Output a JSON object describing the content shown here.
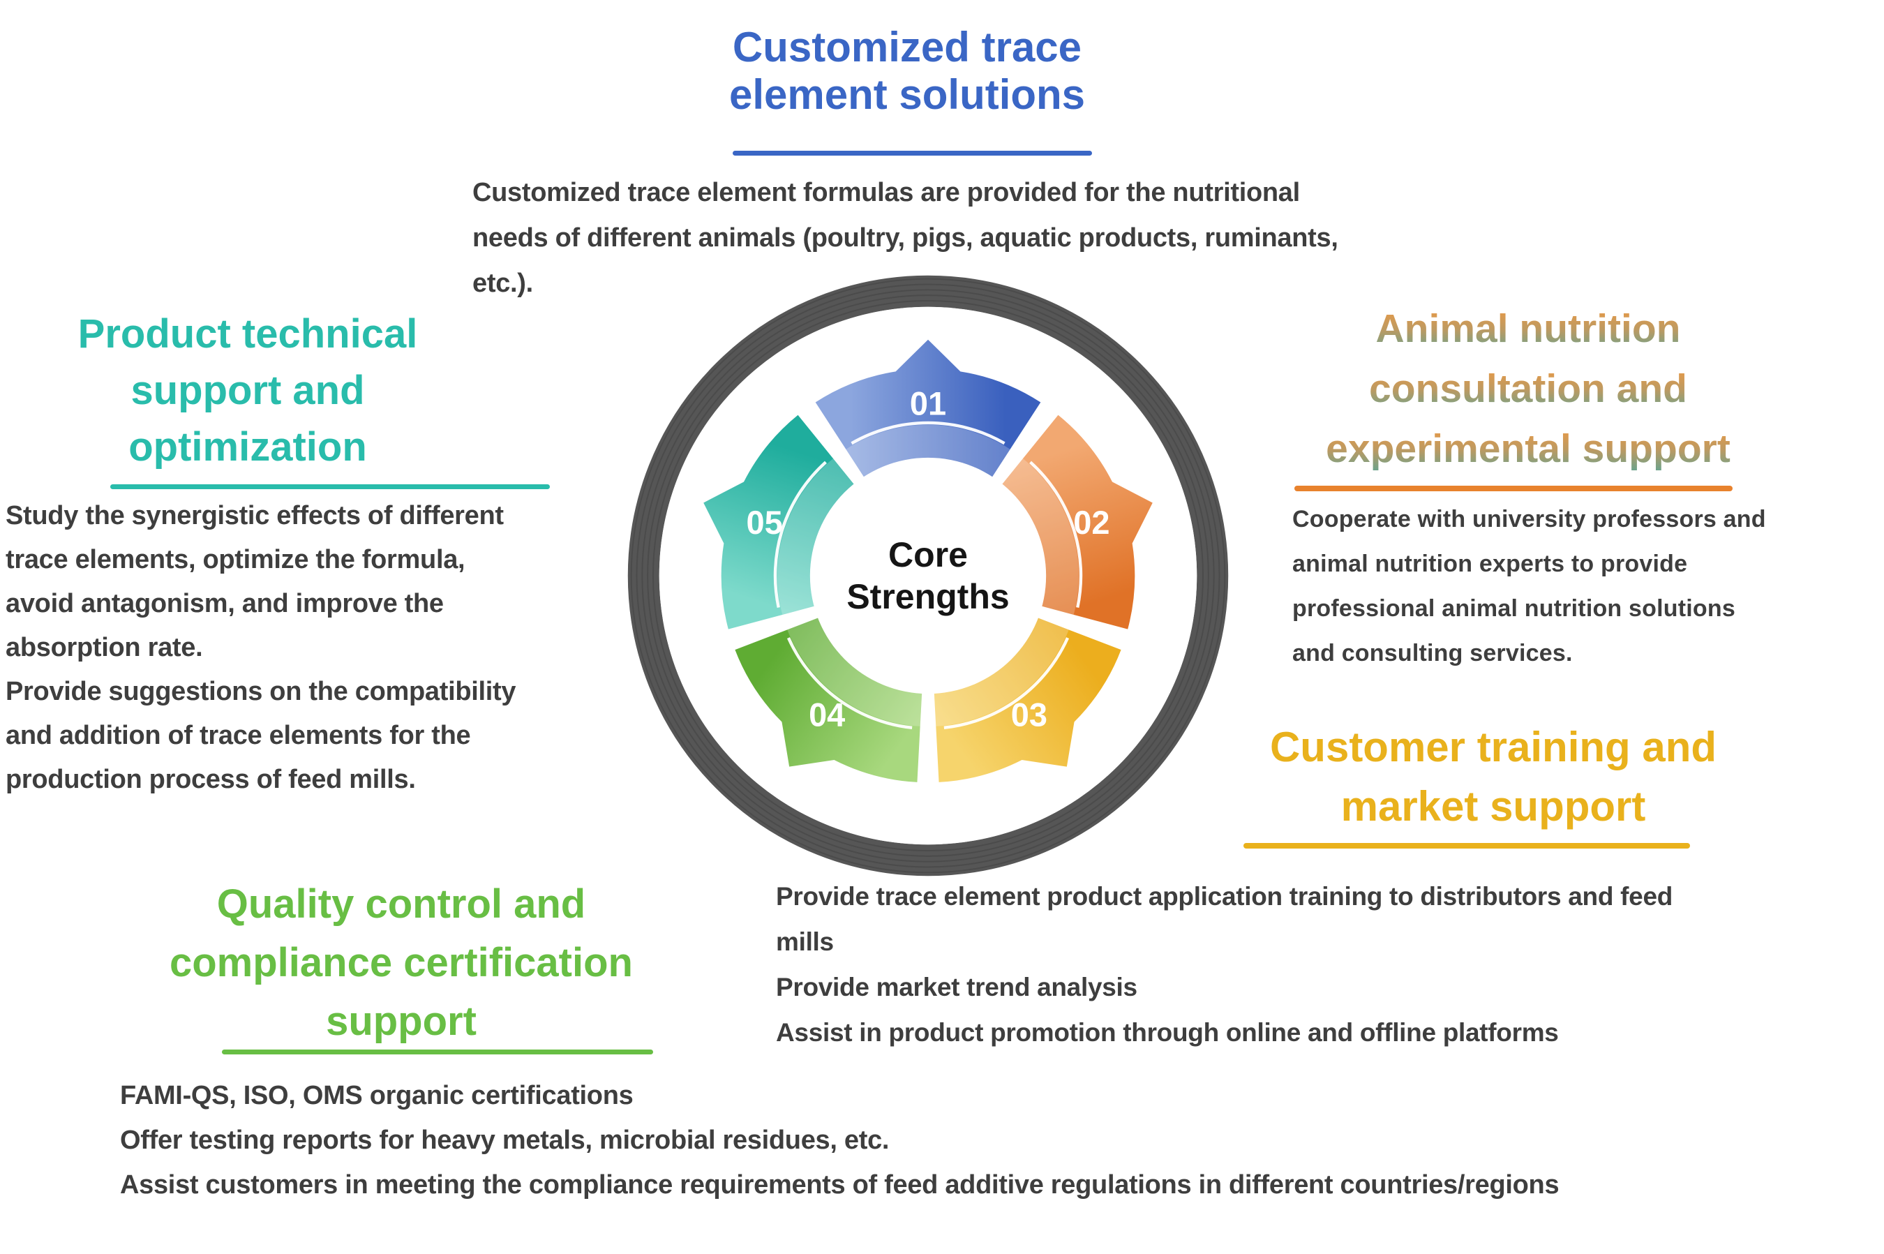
{
  "top": {
    "title_lines": [
      "Customized trace",
      "element solutions"
    ],
    "body_lines": [
      "Customized trace element formulas are provided for the nutritional",
      "needs of different animals (poultry, pigs, aquatic products, ruminants,",
      "etc.)."
    ]
  },
  "left": {
    "title_lines": [
      "Product technical",
      "support and",
      "optimization"
    ],
    "body_lines": [
      "Study the synergistic effects of different",
      "trace elements, optimize the formula,",
      "avoid antagonism, and improve the",
      "absorption rate.",
      "Provide suggestions on the compatibility",
      "and addition of trace elements for the",
      "production process of feed mills."
    ]
  },
  "right": {
    "title_lines": [
      "Animal nutrition",
      "consultation and",
      "experimental support"
    ],
    "body_lines": [
      "Cooperate with university professors and",
      "animal nutrition experts to provide",
      "professional animal nutrition solutions",
      "and consulting services."
    ]
  },
  "customer": {
    "title_lines": [
      "Customer training and",
      "market support"
    ],
    "body_lines": [
      "Provide trace element product application training to distributors and feed",
      "mills",
      "Provide market trend analysis",
      "Assist in product promotion through online and offline platforms"
    ]
  },
  "quality": {
    "title_lines": [
      "Quality control and",
      "compliance certification",
      "support"
    ],
    "body_lines": [
      "FAMI-QS, ISO, OMS organic certifications",
      "Offer testing reports for heavy metals, microbial residues, etc.",
      "Assist customers in meeting the compliance requirements of feed additive regulations in different countries/regions"
    ]
  },
  "diagram": {
    "center_line1": "Core",
    "center_line2": "Strengths",
    "bezel_color": "#565656",
    "bezel_groove_color": "#3F3F3F",
    "segments": [
      {
        "num": "01",
        "a0": -123,
        "a1": -57,
        "from": "#8CA6DE",
        "to": "#3A60BE"
      },
      {
        "num": "02",
        "a0": -51,
        "a1": 15,
        "from": "#F2A871",
        "to": "#E07227"
      },
      {
        "num": "03",
        "a0": 21,
        "a1": 87,
        "from": "#ECAE1E",
        "to": "#F6D46C"
      },
      {
        "num": "04",
        "a0": 93,
        "a1": 159,
        "from": "#A8D87E",
        "to": "#5FAC33"
      },
      {
        "num": "05",
        "a0": 165,
        "a1": 231,
        "from": "#7EDACB",
        "to": "#1FAD9D"
      }
    ]
  },
  "colors": {
    "top_title": "#3A66C5",
    "left_title": "#29BCAB",
    "right_title_gradient_top": "#F09A43",
    "right_title_gradient_bottom": "#5FA492",
    "right_underline": "#E8822D",
    "customer_title": "#E9B11C",
    "quality_title": "#68BE44",
    "body_text": "#3E3E3E"
  }
}
